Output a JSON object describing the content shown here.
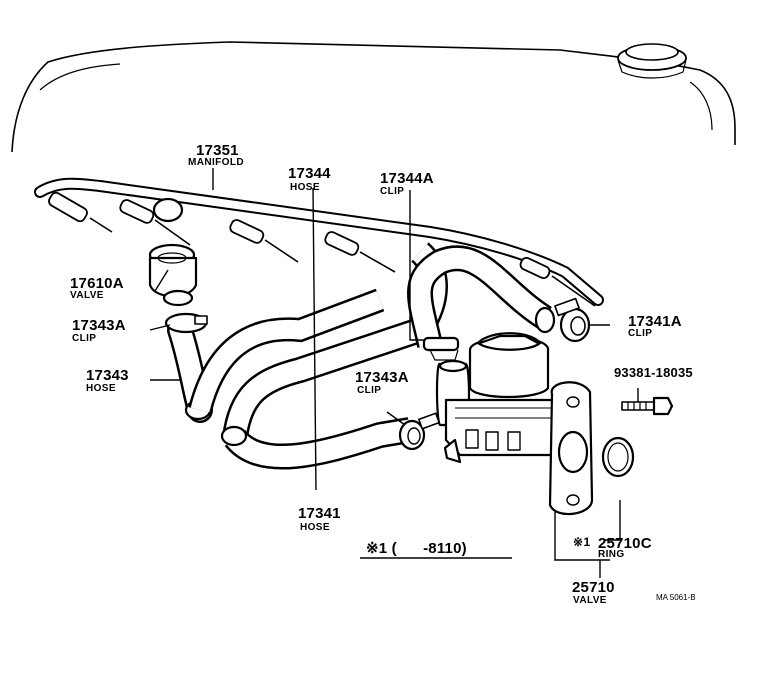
{
  "parts": [
    {
      "number": "17351",
      "name": "MANIFOLD"
    },
    {
      "number": "17344",
      "name": "HOSE"
    },
    {
      "number": "17344A",
      "name": "CLIP"
    },
    {
      "number": "17610A",
      "name": "VALVE"
    },
    {
      "number": "17343A",
      "name": "CLIP"
    },
    {
      "number": "17343",
      "name": "HOSE"
    },
    {
      "number": "17343A",
      "name": "CLIP"
    },
    {
      "number": "17341A",
      "name": "CLIP"
    },
    {
      "number": "93381-18035",
      "name": ""
    },
    {
      "number": "17341",
      "name": "HOSE"
    },
    {
      "number": "25710C",
      "name": "RING",
      "prefix": "※1"
    },
    {
      "number": "25710",
      "name": "VALVE"
    }
  ],
  "footnote": "※1 (      -8110)",
  "figure_code": "MA 5061-B"
}
